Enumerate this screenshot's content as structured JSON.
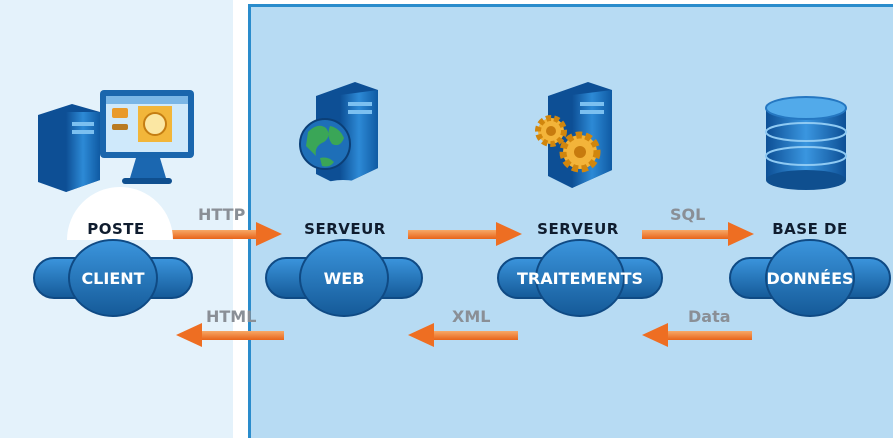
{
  "nodes": [
    {
      "id": "client",
      "line1": "POSTE",
      "line2": "CLIENT",
      "icon": "desktop-computer-icon"
    },
    {
      "id": "web",
      "line1": "SERVEUR",
      "line2": "WEB",
      "icon": "web-server-globe-icon"
    },
    {
      "id": "processing",
      "line1": "SERVEUR",
      "line2": "TRAITEMENTS",
      "icon": "application-server-gears-icon"
    },
    {
      "id": "database",
      "line1": "BASE DE",
      "line2": "DONNÉES",
      "icon": "database-icon"
    }
  ],
  "arrows": {
    "http": "HTTP",
    "sql": "SQL",
    "html": "HTML",
    "xml": "XML",
    "data": "Data"
  },
  "colors": {
    "client_zone": "#e4f2fb",
    "server_zone": "#b7dbf3",
    "arrow": "#f0782a",
    "badge": "#1f73bc",
    "badge_dark": "#155a98"
  }
}
